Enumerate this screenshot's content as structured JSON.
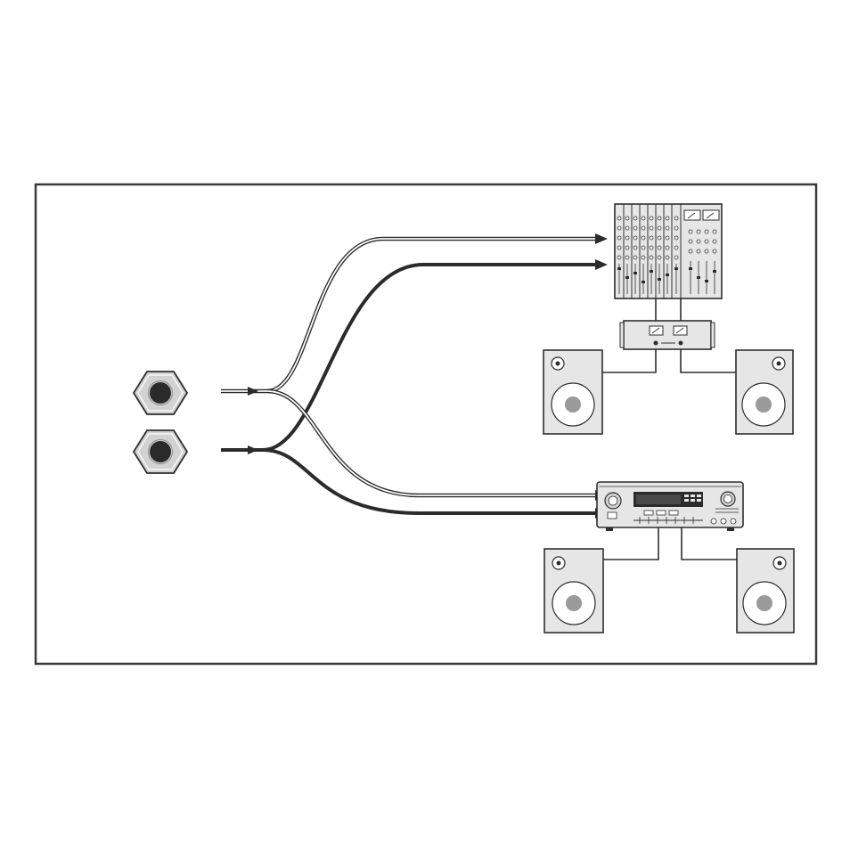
{
  "diagram": {
    "inputs": [
      {
        "id": "jack-1",
        "icon": "audio-jack-icon"
      },
      {
        "id": "jack-2",
        "icon": "audio-jack-icon"
      }
    ],
    "devices": [
      {
        "id": "mixing-console",
        "icon": "mixer-icon"
      },
      {
        "id": "power-amplifier",
        "icon": "amplifier-icon"
      },
      {
        "id": "av-receiver",
        "icon": "receiver-icon"
      },
      {
        "id": "speaker-upper-left",
        "icon": "speaker-icon"
      },
      {
        "id": "speaker-upper-right",
        "icon": "speaker-icon"
      },
      {
        "id": "speaker-lower-left",
        "icon": "speaker-icon"
      },
      {
        "id": "speaker-lower-right",
        "icon": "speaker-icon"
      }
    ],
    "cables": [
      {
        "id": "cable-a",
        "style": "hollow",
        "from": "jack-1",
        "to": "mixing-console"
      },
      {
        "id": "cable-b",
        "style": "solid",
        "from": "jack-2",
        "to": "mixing-console"
      },
      {
        "id": "cable-c",
        "style": "hollow",
        "from": "jack-1",
        "to": "av-receiver"
      },
      {
        "id": "cable-d",
        "style": "solid",
        "from": "jack-2",
        "to": "av-receiver"
      }
    ],
    "colors": {
      "frame": "#3a3a3a",
      "device_fill": "#e6e6e6",
      "device_stroke": "#2e2e2e",
      "cable_dark": "#2b2b2b",
      "cone_outer": "#ffffff",
      "cone_inner": "#9a9a9a",
      "jack_fill": "#d2d2d2",
      "jack_hole": "#2a2a2a"
    }
  }
}
